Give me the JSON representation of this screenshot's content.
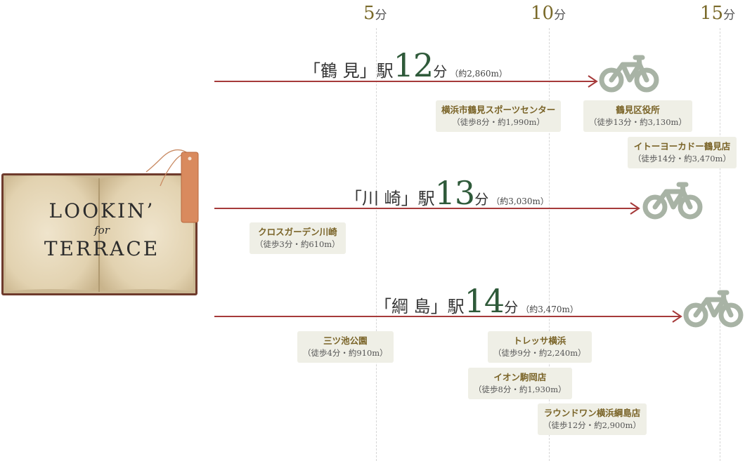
{
  "ticks": [
    {
      "num": "5",
      "unit": "分"
    },
    {
      "num": "10",
      "unit": "分"
    },
    {
      "num": "15",
      "unit": "分"
    }
  ],
  "book": {
    "line1": "LOOKIN’",
    "line2": "for",
    "line3": "TERRACE"
  },
  "routes": [
    {
      "station": "「鶴 見」駅",
      "minutes": "12",
      "unit": "分",
      "distance": "（約2,860m）"
    },
    {
      "station": "「川 崎」駅",
      "minutes": "13",
      "unit": "分",
      "distance": "（約3,030m）"
    },
    {
      "station": "「綱 島」駅",
      "minutes": "14",
      "unit": "分",
      "distance": "（約3,470m）"
    }
  ],
  "pois": [
    {
      "name": "横浜市鶴見スポーツセンター",
      "detail": "（徒歩8分・約1,990m）"
    },
    {
      "name": "鶴見区役所",
      "detail": "（徒歩13分・約3,130m）"
    },
    {
      "name": "イトーヨーカドー鶴見店",
      "detail": "（徒歩14分・約3,470m）"
    },
    {
      "name": "クロスガーデン川崎",
      "detail": "（徒歩3分・約610m）"
    },
    {
      "name": "三ツ池公園",
      "detail": "（徒歩4分・約910m）"
    },
    {
      "name": "トレッサ横浜",
      "detail": "（徒歩9分・約2,240m）"
    },
    {
      "name": "イオン駒岡店",
      "detail": "（徒歩8分・約1,930m）"
    },
    {
      "name": "ラウンドワン横浜綱島店",
      "detail": "（徒歩12分・約2,900m）"
    }
  ],
  "colors": {
    "route_line": "#a63a3a",
    "minutes_green": "#2f5a3a",
    "tick_gold": "#7a6a2a",
    "poi_name": "#7a6428",
    "poi_bg": "#efefe6",
    "bike": "#a8b3a5",
    "bookmark": "#d98a5e"
  },
  "icons": {
    "bike": "bicycle-icon",
    "book": "open-book-icon",
    "bookmark": "bookmark-icon"
  }
}
